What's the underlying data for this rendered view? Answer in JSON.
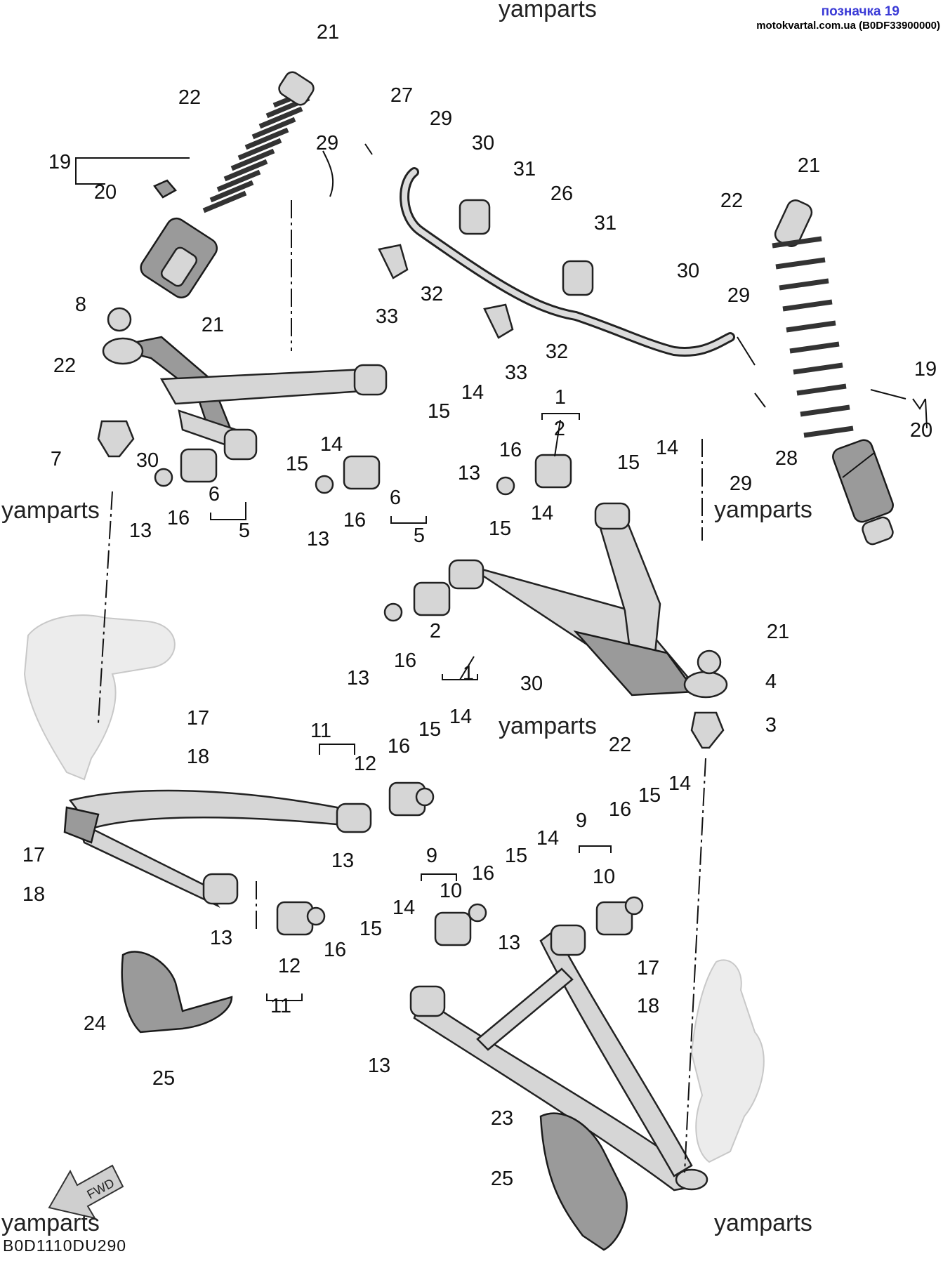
{
  "header": {
    "link_text": "позначка 19",
    "site_text": "motokvartal.com.ua (B0DF33900000)"
  },
  "watermarks": [
    "yamparts",
    "yamparts",
    "yamparts",
    "yamparts",
    "yamparts",
    "yamparts"
  ],
  "diagram_code": "B0D1110DU290",
  "fwd_label": "FWD",
  "callouts": [
    "1",
    "1",
    "2",
    "2",
    "3",
    "4",
    "5",
    "5",
    "6",
    "6",
    "7",
    "8",
    "9",
    "9",
    "10",
    "10",
    "11",
    "11",
    "12",
    "12",
    "13",
    "13",
    "13",
    "13",
    "13",
    "13",
    "13",
    "13",
    "14",
    "14",
    "14",
    "14",
    "14",
    "14",
    "14",
    "14",
    "15",
    "15",
    "15",
    "15",
    "15",
    "15",
    "15",
    "15",
    "16",
    "16",
    "16",
    "16",
    "16",
    "16",
    "16",
    "16",
    "17",
    "17",
    "17",
    "18",
    "18",
    "18",
    "19",
    "19",
    "20",
    "20",
    "21",
    "21",
    "21",
    "21",
    "22",
    "22",
    "22",
    "22",
    "23",
    "24",
    "25",
    "25",
    "26",
    "27",
    "28",
    "29",
    "29",
    "29",
    "29",
    "30",
    "30",
    "30",
    "30",
    "31",
    "31",
    "32",
    "32",
    "33",
    "33"
  ]
}
